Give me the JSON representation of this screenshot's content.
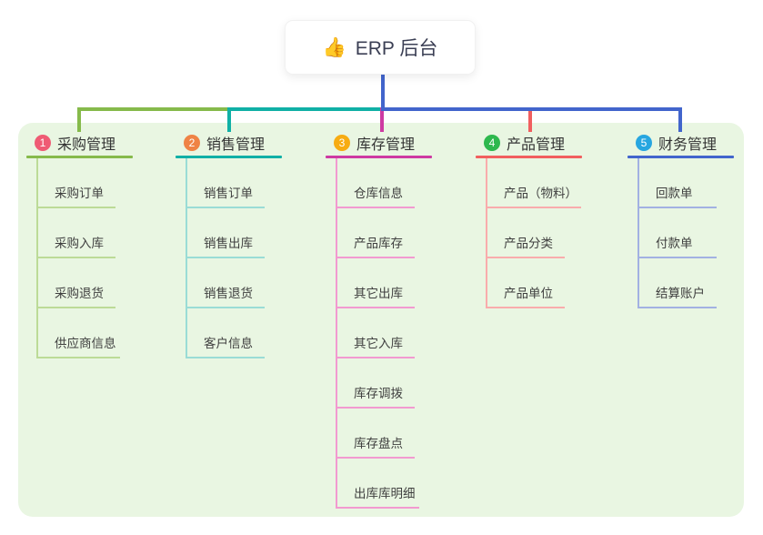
{
  "root": {
    "emoji": "👍",
    "label": "ERP 后台"
  },
  "colors": {
    "panel_bg": "#e9f6e2"
  },
  "branches": [
    {
      "num": "1",
      "label": "采购管理",
      "badge_color": "#ef5b74",
      "line_color": "#86ba4b",
      "light_color": "#bcdb97",
      "children": [
        "采购订单",
        "采购入库",
        "采购退货",
        "供应商信息"
      ]
    },
    {
      "num": "2",
      "label": "销售管理",
      "badge_color": "#ef8345",
      "line_color": "#10b0a6",
      "light_color": "#9adcd6",
      "children": [
        "销售订单",
        "销售出库",
        "销售退货",
        "客户信息"
      ]
    },
    {
      "num": "3",
      "label": "库存管理",
      "badge_color": "#f7ac12",
      "line_color": "#ce3aa2",
      "light_color": "#f29ad0",
      "children": [
        "仓库信息",
        "产品库存",
        "其它出库",
        "其它入库",
        "库存调拨",
        "库存盘点",
        "出库库明细"
      ]
    },
    {
      "num": "4",
      "label": "产品管理",
      "badge_color": "#2eb84e",
      "line_color": "#f15f5f",
      "light_color": "#f9acac",
      "children": [
        "产品（物料）",
        "产品分类",
        "产品单位"
      ]
    },
    {
      "num": "5",
      "label": "财务管理",
      "badge_color": "#27a6e0",
      "line_color": "#4265cc",
      "light_color": "#a2b1e2",
      "children": [
        "回款单",
        "付款单",
        "结算账户"
      ]
    }
  ]
}
